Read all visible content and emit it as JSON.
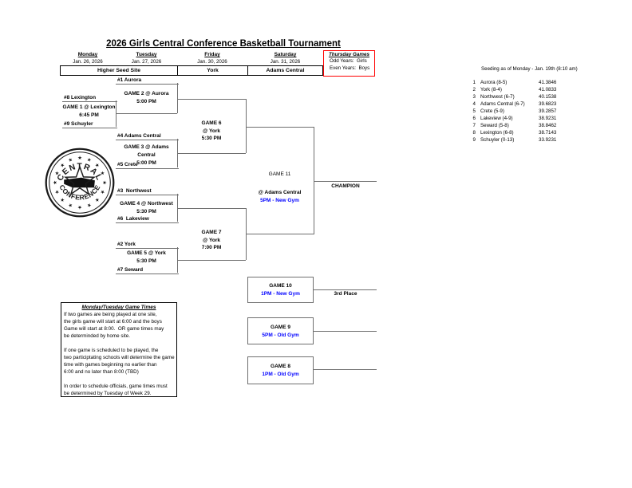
{
  "title": "2026 Girls Central Conference Basketball Tournament",
  "schedule_table": {
    "days": [
      {
        "day": "Monday",
        "date": "Jan. 26, 2026"
      },
      {
        "day": "Tuesday",
        "date": "Jan. 27, 2026"
      },
      {
        "day": "Friday",
        "date": "Jan. 30, 2026"
      },
      {
        "day": "Saturday",
        "date": "Jan. 31, 2026"
      }
    ],
    "sites": [
      "Higher Seed Site",
      "York",
      "Adams Central"
    ]
  },
  "thursday_box": {
    "title": "Thursday Games",
    "odd": "Odd Years:  Girls",
    "even": "Even Years:  Boys"
  },
  "seeding": {
    "header": "Seeding as of Monday - Jan. 19th (8:10 am)",
    "rows": [
      {
        "rank": "1",
        "team": "Aurora (8-5)",
        "value": "41.3846"
      },
      {
        "rank": "2",
        "team": "York (8-4)",
        "value": "41.0833"
      },
      {
        "rank": "3",
        "team": "Northwest (6-7)",
        "value": "40.1538"
      },
      {
        "rank": "4",
        "team": "Adams Central (6-7)",
        "value": "39.6823"
      },
      {
        "rank": "5",
        "team": "Crete (5-9)",
        "value": "39.2857"
      },
      {
        "rank": "6",
        "team": "Lakeview (4-9)",
        "value": "38.9231"
      },
      {
        "rank": "7",
        "team": "Seward (5-8)",
        "value": "38.8462"
      },
      {
        "rank": "8",
        "team": "Lexington (6-8)",
        "value": "38.7143"
      },
      {
        "rank": "9",
        "team": "Schuyler (0-13)",
        "value": "33.9231"
      }
    ]
  },
  "bracket": {
    "seeds": {
      "s1": "#1 Aurora",
      "s8": "#8 Lexington",
      "s9": "#9 Schuyler",
      "s4": "#4 Adams Central",
      "s5": "#5 Crete",
      "s3": "#3  Northwest",
      "s6": "#6  Lakeview",
      "s2": "#2 York",
      "s7": "#7 Seward"
    },
    "game1": {
      "title": "GAME 1 @ Lexington",
      "time": "6:45 PM"
    },
    "game2": {
      "title": "GAME 2 @ Aurora",
      "time": "5:00 PM"
    },
    "game3": {
      "title": "GAME 3 @ Adams Central",
      "time": "5:00 PM"
    },
    "game4": {
      "title": "GAME 4 @ Northwest",
      "time": "5:30 PM"
    },
    "game5": {
      "title": "GAME 5 @ York",
      "time": "5:30 PM"
    },
    "game6": {
      "title": "GAME 6",
      "site": "@ York",
      "time": "5:30 PM"
    },
    "game7": {
      "title": "GAME 7",
      "site": "@ York",
      "time": "7:00 PM"
    },
    "game11": {
      "title": "GAME 11",
      "site": "@ Adams Central",
      "time": "5PM - New Gym"
    },
    "game10": {
      "title": "GAME 10",
      "time": "1PM - New Gym"
    },
    "game9": {
      "title": "GAME 9",
      "time": "5PM - Old Gym"
    },
    "game8": {
      "title": "GAME 8",
      "time": "1PM - Old Gym"
    },
    "champion_label": "CHAMPION",
    "third_place_label": "3rd Place"
  },
  "notes_box": {
    "title": "Monday/Tuesday Game Times",
    "lines": [
      "If two games are being played at one site,",
      "the girls game will start at 6:00 and the boys",
      "Game will start at 8:00.  OR game times may",
      "be determinded by home site.",
      "",
      "If one game is scheduled to be played, the",
      "two participtating schools will determine the game",
      "time with games beginning no earlier than",
      "6:00 and no later than 8:00 (TBD)",
      "",
      "In order to schedule officials, game times must",
      "be determined by Tuesday of Week 29."
    ]
  },
  "logo": {
    "arc_top": "CENTRAL",
    "arc_bottom": "CONFERENCE"
  },
  "colors": {
    "accent_blue": "#0000ff",
    "alert_red": "#ff0000",
    "line_gray": "#6f6f6f"
  }
}
